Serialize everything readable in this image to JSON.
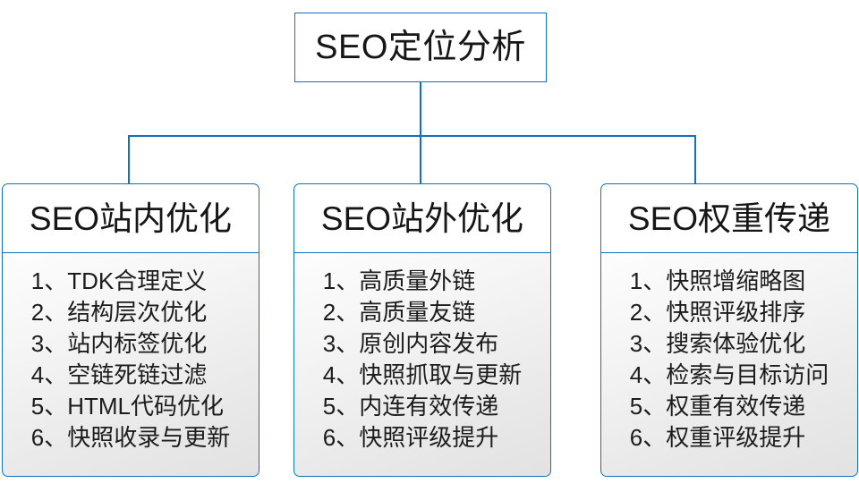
{
  "diagram": {
    "type": "org-tree",
    "root": {
      "label": "SEO定位分析"
    },
    "accent_color": "#1072bf",
    "branches": [
      {
        "header": "SEO站内优化",
        "items": [
          "1、TDK合理定义",
          "2、结构层次优化",
          "3、站内标签优化",
          "4、空链死链过滤",
          "5、HTML代码优化",
          "6、快照收录与更新"
        ]
      },
      {
        "header": "SEO站外优化",
        "items": [
          "1、高质量外链",
          "2、高质量友链",
          "3、原创内容发布",
          "4、快照抓取与更新",
          "5、内连有效传递",
          "6、快照评级提升"
        ]
      },
      {
        "header": "SEO权重传递",
        "items": [
          "1、快照增缩略图",
          "2、快照评级排序",
          "3、搜索体验优化",
          "4、检索与目标访问",
          "5、权重有效传递",
          "6、权重评级提升"
        ]
      }
    ]
  }
}
